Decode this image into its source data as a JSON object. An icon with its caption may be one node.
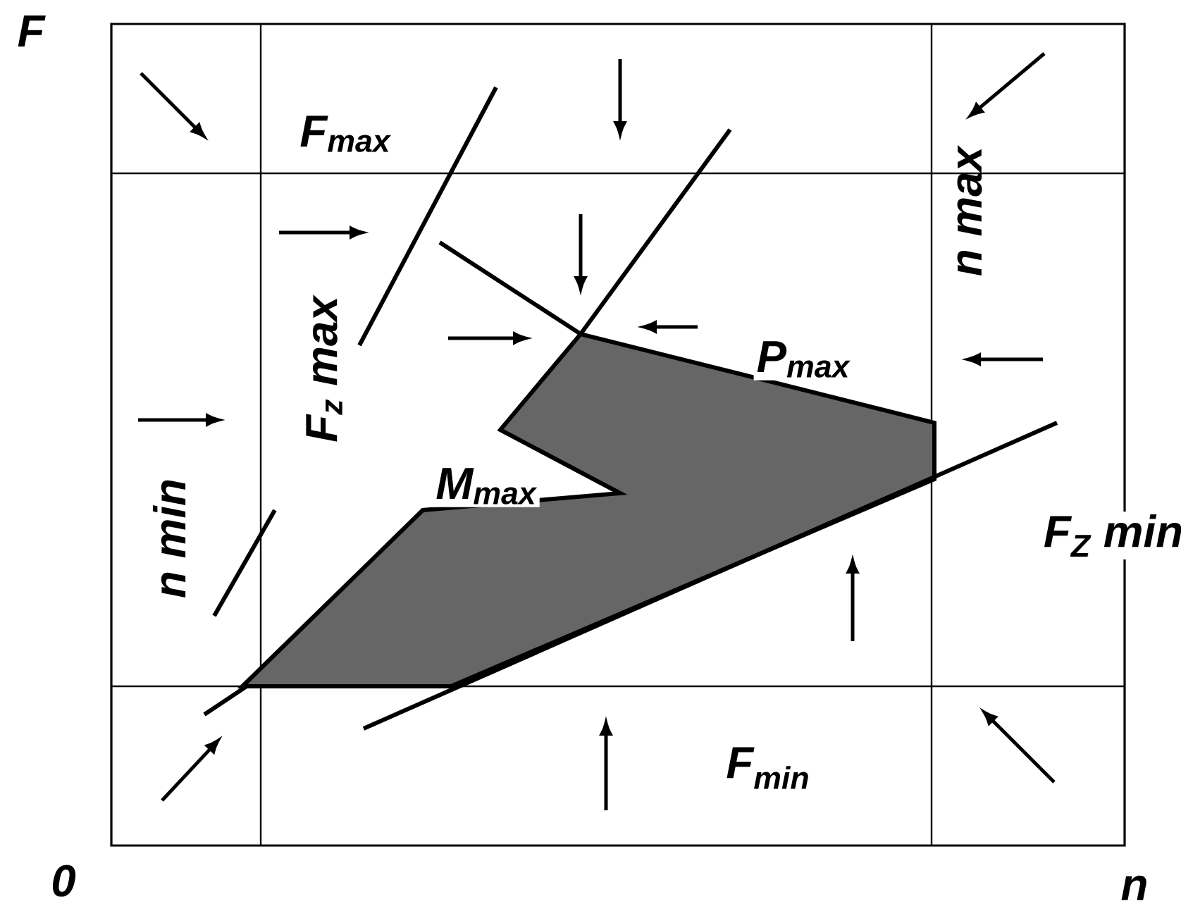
{
  "diagram": {
    "labels": [
      "F",
      "F$_{max}$",
      "n max",
      "F$_{z}$ max",
      "P$_{max}$",
      "n min",
      "M$_{max}$",
      "F$_{Z}$ min",
      "F$_{min}$",
      "0",
      "n"
    ]
  }
}
